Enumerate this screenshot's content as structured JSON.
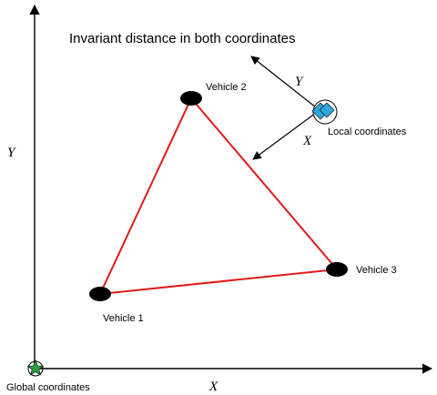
{
  "title": "Invariant distance in both coordinates",
  "global_axes": {
    "x_label": "X",
    "y_label": "Y"
  },
  "global_coordinates_label": "Global coordinates",
  "local_coordinates": {
    "label": "Local coordinates",
    "x_label": "X",
    "y_label": "Y"
  },
  "vehicles": [
    {
      "label": "Vehicle 1"
    },
    {
      "label": "Vehicle 2"
    },
    {
      "label": "Vehicle 3"
    }
  ],
  "colors": {
    "edge": "#e01b1b",
    "vehicle": "#000000",
    "global_origin": "#2e9e44",
    "local_origin": "#2ea8e0"
  },
  "icons": {
    "global_origin": "star-icon",
    "local_origin": "diamond-icon"
  }
}
